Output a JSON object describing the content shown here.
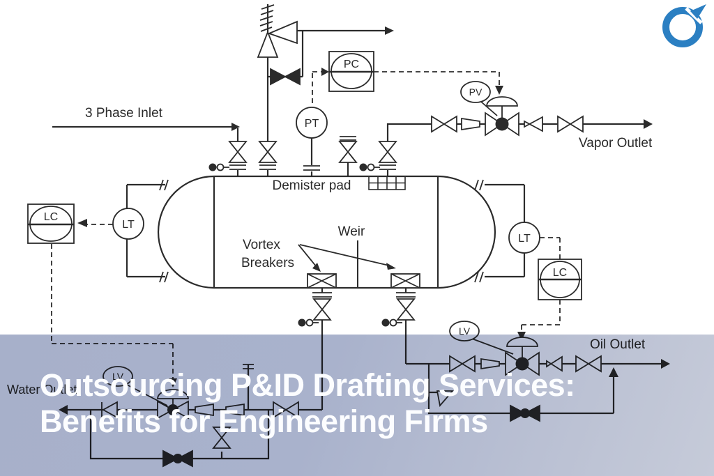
{
  "banner": {
    "title_line1": "Outsourcing P&ID Drafting Services:",
    "title_line2": "Benefits for Engineering Firms",
    "overlay_color": "#a9b2cc",
    "text_color": "#ffffff"
  },
  "logo": {
    "color": "#2b7fc2"
  },
  "diagram": {
    "line_color": "#2b2b2b",
    "labels": {
      "inlet": "3 Phase Inlet",
      "demister": "Demister pad",
      "weir": "Weir",
      "vortex_line1": "Vortex",
      "vortex_line2": "Breakers",
      "vapor_outlet": "Vapor Outlet",
      "oil_outlet": "Oil Outlet",
      "water_outlet": "Water Outlet"
    },
    "instruments": {
      "pc": "PC",
      "pt": "PT",
      "pv": "PV",
      "lt_left": "LT",
      "lc_left": "LC",
      "lt_right": "LT",
      "lc_right": "LC",
      "lv_oil": "LV",
      "lv_water": "LV"
    }
  }
}
